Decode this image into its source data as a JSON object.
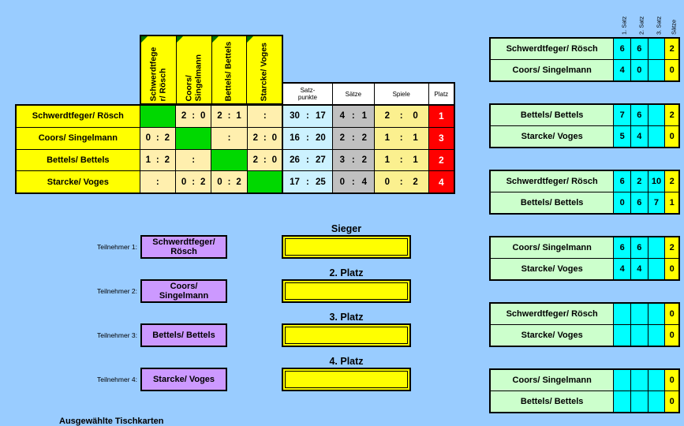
{
  "fmt": {
    "colon": ":"
  },
  "colors": {
    "background": "#99CCFF",
    "header_yellow": "#FFFF00",
    "matrix_cream": "#FFEFAE",
    "diagonal_green": "#00D800",
    "satzpunkte_cyan": "#CCF2FF",
    "saetze_gray": "#C0C0C0",
    "spiele_yellow": "#FBF08F",
    "platz_red": "#FF0000",
    "sheet_green": "#CCFFCC",
    "set_cyan": "#00FFFF",
    "participant_purple": "#CC99FF"
  },
  "main_table": {
    "col_headers": [
      "Schwerdtfege\nr/ Rösch",
      "Coors/\nSingelmann",
      "Bettels/ Bettels",
      "Starcke/ Voges"
    ],
    "stat_headers": [
      "Satz-\npunkte",
      "Sätze",
      "Spiele",
      "Platz"
    ],
    "rows": [
      {
        "name": "Schwerdtfeger/ Rösch",
        "m": [
          null,
          {
            "l": "2",
            "r": "0"
          },
          {
            "l": "2",
            "r": "1"
          },
          {
            "l": "",
            "r": ""
          }
        ],
        "satzpunkte": {
          "l": "30",
          "r": "17"
        },
        "saetze": {
          "l": "4",
          "r": "1"
        },
        "spiele": {
          "l": "2",
          "r": "0"
        },
        "platz": "1"
      },
      {
        "name": "Coors/ Singelmann",
        "m": [
          {
            "l": "0",
            "r": "2"
          },
          null,
          {
            "l": "",
            "r": ""
          },
          {
            "l": "2",
            "r": "0"
          }
        ],
        "satzpunkte": {
          "l": "16",
          "r": "20"
        },
        "saetze": {
          "l": "2",
          "r": "2"
        },
        "spiele": {
          "l": "1",
          "r": "1"
        },
        "platz": "3"
      },
      {
        "name": "Bettels/ Bettels",
        "m": [
          {
            "l": "1",
            "r": "2"
          },
          {
            "l": "",
            "r": ""
          },
          null,
          {
            "l": "2",
            "r": "0"
          }
        ],
        "satzpunkte": {
          "l": "26",
          "r": "27"
        },
        "saetze": {
          "l": "3",
          "r": "2"
        },
        "spiele": {
          "l": "1",
          "r": "1"
        },
        "platz": "2"
      },
      {
        "name": "Starcke/ Voges",
        "m": [
          {
            "l": "",
            "r": ""
          },
          {
            "l": "0",
            "r": "2"
          },
          {
            "l": "0",
            "r": "2"
          },
          null
        ],
        "satzpunkte": {
          "l": "17",
          "r": "25"
        },
        "saetze": {
          "l": "0",
          "r": "4"
        },
        "spiele": {
          "l": "0",
          "r": "2"
        },
        "platz": "4"
      }
    ]
  },
  "participants": {
    "labels": [
      "Teilnehmer 1:",
      "Teilnehmer 2:",
      "Teilnehmer 3:",
      "Teilnehmer 4:"
    ],
    "names": [
      "Schwerdtfeger/\nRösch",
      "Coors/\nSingelmann",
      "Bettels/ Bettels",
      "Starcke/ Voges"
    ]
  },
  "placements": {
    "titles": [
      "Sieger",
      "2. Platz",
      "3. Platz",
      "4. Platz"
    ],
    "values": [
      "",
      "",
      "",
      ""
    ]
  },
  "match_sheets": {
    "col_headers": [
      "1. Satz",
      "2. Satz",
      "3. Satz",
      "Sätze"
    ],
    "tables": [
      {
        "rows": [
          {
            "name": "Schwerdtfeger/ Rösch",
            "s1": "6",
            "s2": "6",
            "s3": "",
            "total": "2"
          },
          {
            "name": "Coors/ Singelmann",
            "s1": "4",
            "s2": "0",
            "s3": "",
            "total": "0"
          }
        ]
      },
      {
        "rows": [
          {
            "name": "Bettels/ Bettels",
            "s1": "7",
            "s2": "6",
            "s3": "",
            "total": "2"
          },
          {
            "name": "Starcke/ Voges",
            "s1": "5",
            "s2": "4",
            "s3": "",
            "total": "0"
          }
        ]
      },
      {
        "rows": [
          {
            "name": "Schwerdtfeger/ Rösch",
            "s1": "6",
            "s2": "2",
            "s3": "10",
            "total": "2"
          },
          {
            "name": "Bettels/ Bettels",
            "s1": "0",
            "s2": "6",
            "s3": "7",
            "total": "1"
          }
        ]
      },
      {
        "rows": [
          {
            "name": "Coors/ Singelmann",
            "s1": "6",
            "s2": "6",
            "s3": "",
            "total": "2"
          },
          {
            "name": "Starcke/ Voges",
            "s1": "4",
            "s2": "4",
            "s3": "",
            "total": "0"
          }
        ]
      },
      {
        "rows": [
          {
            "name": "Schwerdtfeger/ Rösch",
            "s1": "",
            "s2": "",
            "s3": "",
            "total": "0"
          },
          {
            "name": "Starcke/ Voges",
            "s1": "",
            "s2": "",
            "s3": "",
            "total": "0"
          }
        ]
      },
      {
        "rows": [
          {
            "name": "Coors/ Singelmann",
            "s1": "",
            "s2": "",
            "s3": "",
            "total": "0"
          },
          {
            "name": "Bettels/ Bettels",
            "s1": "",
            "s2": "",
            "s3": "",
            "total": "0"
          }
        ]
      }
    ]
  },
  "bottom_text": "Ausgewählte Tischkarten"
}
